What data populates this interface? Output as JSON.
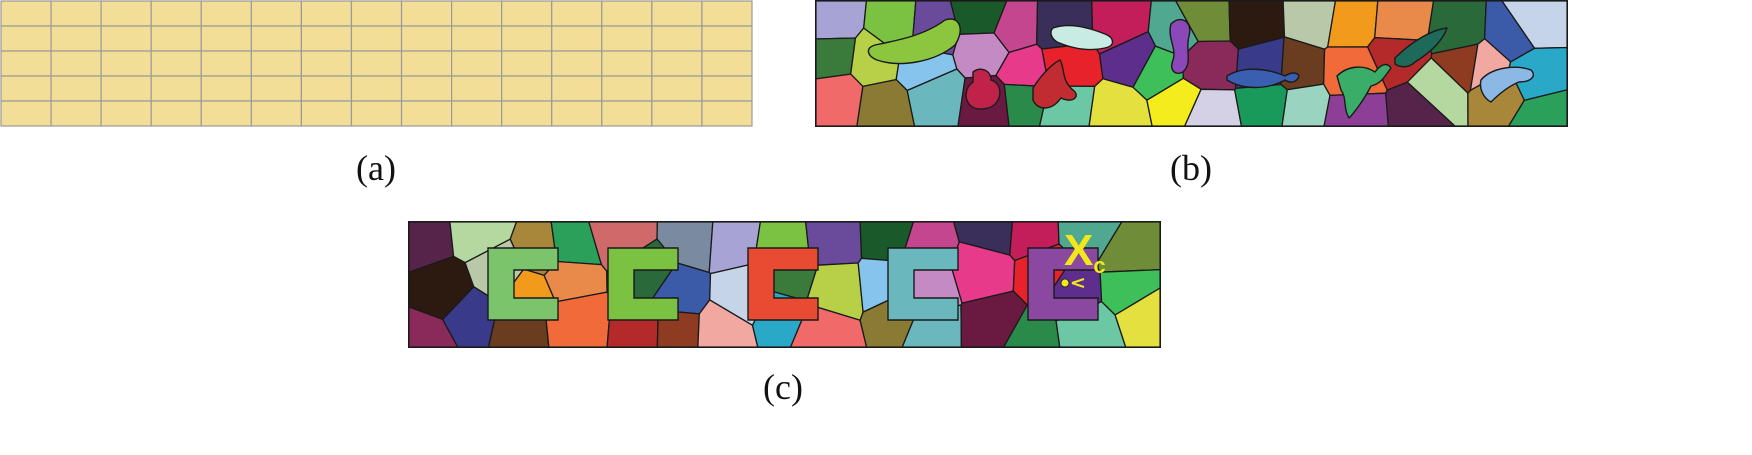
{
  "panels": [
    {
      "id": "a",
      "caption": "(a)",
      "grid": {
        "rows": 5,
        "cols": 15
      }
    },
    {
      "id": "b",
      "caption": "(b)"
    },
    {
      "id": "c",
      "caption": "(c)",
      "annotation": {
        "main": "X",
        "sub": "c"
      }
    }
  ],
  "colors": {
    "grid_fill": "#f3de98",
    "grid_line": "#9a9a9a",
    "cell_stroke": "#1a1a1a",
    "annotation": "#f2e61c",
    "palette": [
      "#e8222a",
      "#3b5aa8",
      "#4fa88f",
      "#a7a3d4",
      "#8d3f98",
      "#2a8a4a",
      "#8e3b22",
      "#5e2e8c",
      "#c6d4ea",
      "#6f8c38",
      "#7cc242",
      "#56234a",
      "#6cc7a4",
      "#f0a8a0",
      "#3fbf5a",
      "#3a7a3a",
      "#2c1a10",
      "#6a4a9a",
      "#b4d8a0",
      "#e4e040",
      "#2aa8c8",
      "#8a2a5a",
      "#b8d048",
      "#b8c8a8",
      "#1a5a2a",
      "#a8863a",
      "#f4ec1c",
      "#f06a6a",
      "#3a3a8a",
      "#86c4ee",
      "#f19a1c",
      "#c4468e",
      "#2aa05a",
      "#d4d0e6",
      "#8a7a34",
      "#6a3c20",
      "#c48ac4",
      "#ea8a4a",
      "#3a2e5a",
      "#d06a6a",
      "#1a9a5a",
      "#6ab8be",
      "#f06a3a",
      "#e83a8a",
      "#2a6a3a",
      "#c41e5a",
      "#7a8aa0",
      "#9ad4c0",
      "#6a1a40",
      "#b42a2a"
    ]
  }
}
